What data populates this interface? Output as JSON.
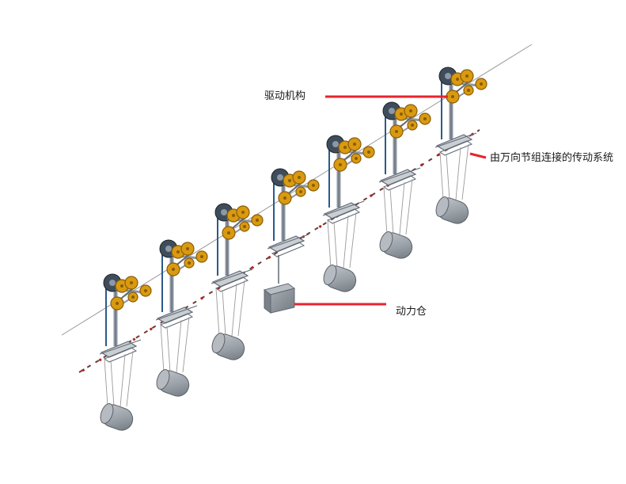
{
  "labels": {
    "drive_mechanism": "驱动机构",
    "transmission": "由万向节组连接的传动系统",
    "power_cabin": "动力仓"
  },
  "colors": {
    "annotation_line": "#e8232c",
    "frame": "#8e97a3",
    "frame_dark": "#5f6873",
    "pulley_gold": "#d99a12",
    "pulley_gold_dark": "#8a5d06",
    "wheel_dark": "#3d4d5c",
    "belt": "#2b5a8a",
    "weight_gray": "#9aa1a8",
    "shaft_red": "#b0241c",
    "cable": "#9a9a9a"
  },
  "icons": {
    "unit": "robot-unit-icon",
    "weight": "hanging-weight-icon",
    "power_box": "power-cabin-box-icon"
  }
}
